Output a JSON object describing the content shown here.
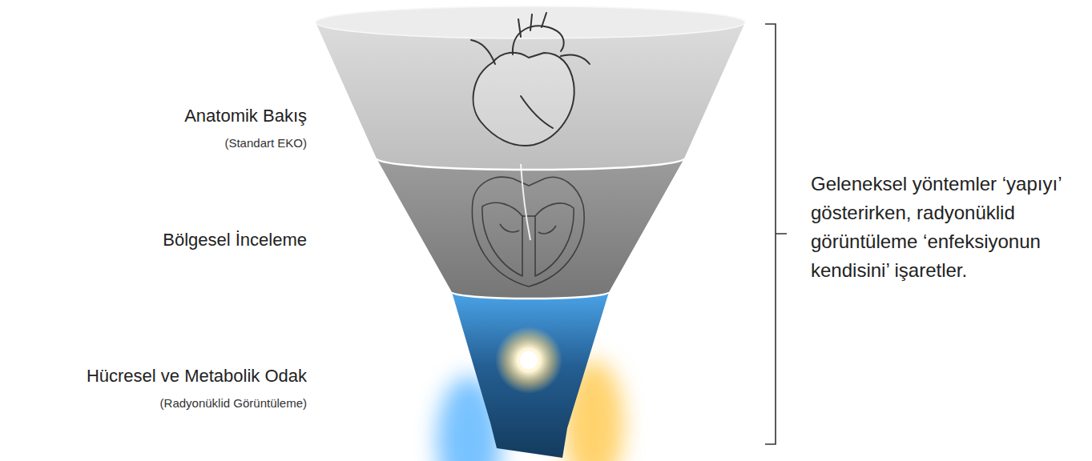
{
  "diagram": {
    "nodes": [
      {
        "text": [
          "Anatomik Bakış",
          "(Standart EKO)"
        ]
      },
      {
        "text": [
          "Bölgesel İnceleme"
        ]
      },
      {
        "text": [
          "Hücresel ve Metabolik Odak",
          "(Radyonüklid Görüntüleme)"
        ]
      }
    ],
    "labels": [
      "Geleneksel yöntemler ‘yapıyı’ gösterirken, radyonüklid görüntüleme ‘enfeksiyonun kendisini’ işaretler."
    ]
  }
}
